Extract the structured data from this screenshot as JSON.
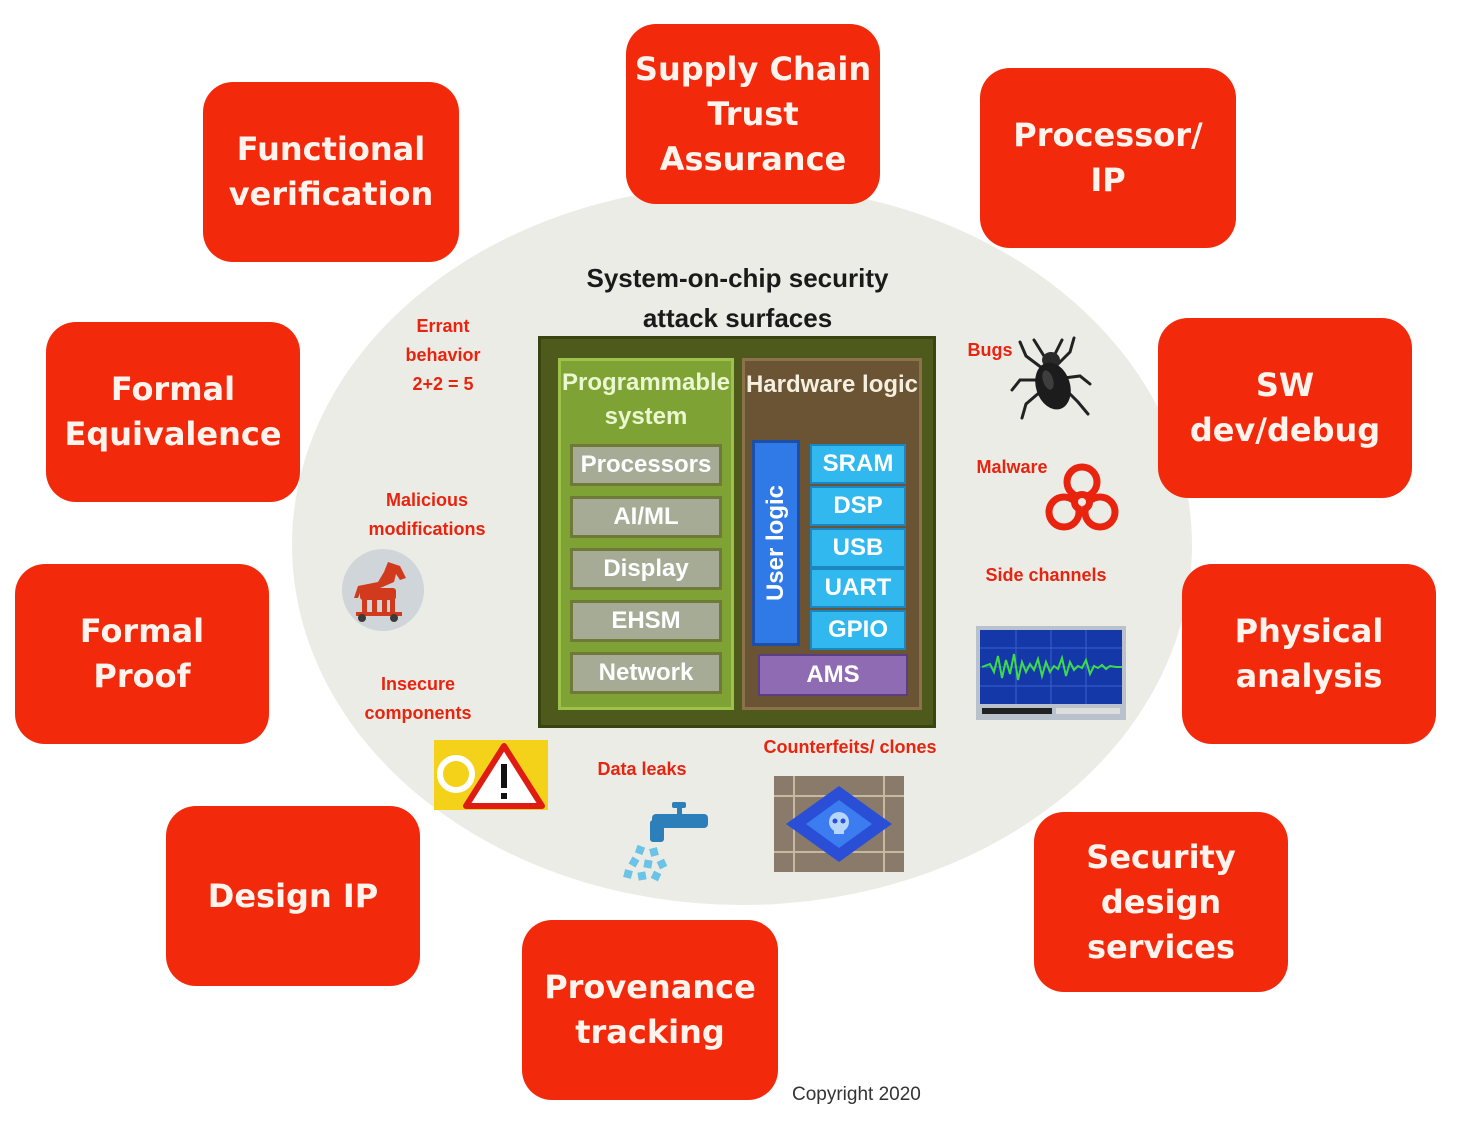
{
  "center": {
    "title": "System-on-chip security\nattack surfaces"
  },
  "outer_boxes": [
    {
      "name": "functional-verification-box",
      "label": "Functional\nverification"
    },
    {
      "name": "supply-chain-box",
      "label": "Supply Chain\nTrust\nAssurance"
    },
    {
      "name": "processor-ip-box",
      "label": "Processor/\nIP"
    },
    {
      "name": "formal-equivalence-box",
      "label": "Formal\nEquivalence"
    },
    {
      "name": "sw-debug-box",
      "label": "SW\ndev/debug"
    },
    {
      "name": "formal-proof-box",
      "label": "Formal\nProof"
    },
    {
      "name": "physical-analysis-box",
      "label": "Physical\nanalysis"
    },
    {
      "name": "design-ip-box",
      "label": "Design IP"
    },
    {
      "name": "security-design-box",
      "label": "Security\ndesign\nservices"
    },
    {
      "name": "provenance-box",
      "label": "Provenance\ntracking"
    }
  ],
  "threats": {
    "errant": "Errant\nbehavior\n2+2 = 5",
    "malicious": "Malicious\nmodifications",
    "insecure": "Insecure\ncomponents",
    "data_leaks": "Data leaks",
    "counterfeits": "Counterfeits/ clones",
    "bugs": "Bugs",
    "malware": "Malware",
    "side_channels": "Side channels"
  },
  "chip": {
    "programmable_label": "Programmable\nsystem",
    "programmable_blocks": [
      "Processors",
      "AI/ML",
      "Display",
      "EHSM",
      "Network"
    ],
    "hardware_label": "Hardware logic",
    "user_logic_label": "User logic",
    "hardware_blocks": [
      "SRAM",
      "DSP",
      "USB",
      "UART",
      "GPIO"
    ],
    "ams_label": "AMS"
  },
  "copyright": "Copyright 2020",
  "colors": {
    "box_red": "#f22a0b",
    "threat_red": "#e8230e",
    "ellipse_gray": "#ecece7",
    "chip_green": "#7fa235",
    "chip_brown": "#6a5434",
    "block_blue": "#30b8ef",
    "user_logic_blue": "#2f7ae6",
    "ams_purple": "#8e6bb3"
  },
  "icons": [
    "bug-icon",
    "biohazard-icon",
    "oscilloscope-icon",
    "trojan-horse-icon",
    "warning-icon",
    "water-tap-icon",
    "chip-skull-icon"
  ]
}
